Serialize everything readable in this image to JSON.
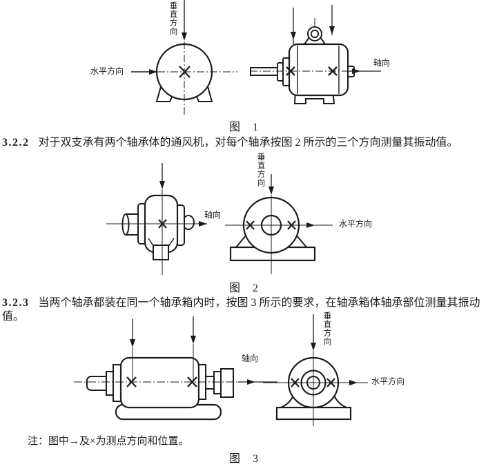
{
  "page": {
    "background": "#ffffff",
    "ink": "#1c1c1c"
  },
  "sections": [
    {
      "number": "3.2.2",
      "text": "对于双支承有两个轴承体的通风机，对每个轴承按图 2 所示的三个方向测量其振动值。"
    },
    {
      "number": "3.2.3",
      "text": "当两个轴承都装在同一个轴承箱内时，按图 3 所示的要求，在轴承箱体轴承部位测量其振动值。"
    }
  ],
  "figures": [
    {
      "caption": "图　1",
      "labels": {
        "vertical": "垂直方向",
        "horizontal": "水平方向",
        "axial": "轴向"
      }
    },
    {
      "caption": "图　2",
      "labels": {
        "vertical": "垂直方向",
        "horizontal": "水平方向",
        "axial": "轴向"
      }
    },
    {
      "caption": "图　3",
      "labels": {
        "vertical": "垂直方向",
        "horizontal": "水平方向",
        "axial": "轴向"
      }
    }
  ],
  "note": "注：图中→及×为测点方向和位置。"
}
